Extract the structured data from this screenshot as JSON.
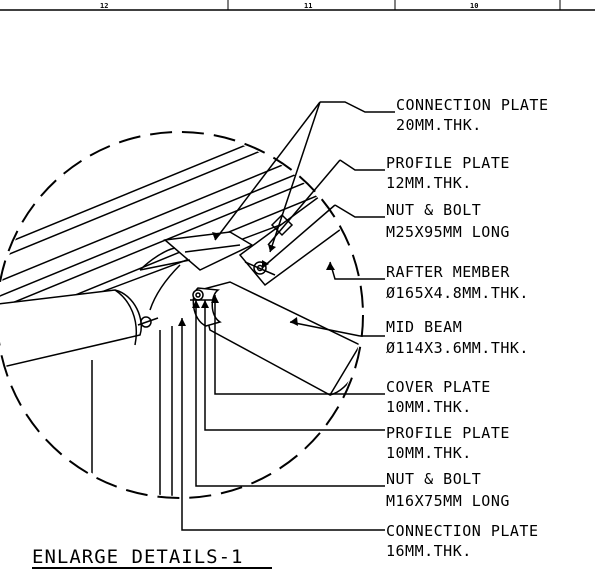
{
  "header_numbers": [
    "12",
    "11",
    "10"
  ],
  "title": "ENLARGE DETAILS-1",
  "callouts": [
    {
      "line1": "CONNECTION PLATE",
      "line2": "20MM.THK."
    },
    {
      "line1": "PROFILE PLATE",
      "line2": "12MM.THK."
    },
    {
      "line1": "NUT & BOLT",
      "line2": "M25X95MM LONG"
    },
    {
      "line1": "RAFTER MEMBER",
      "line2": "Ø165X4.8MM.THK."
    },
    {
      "line1": "MID BEAM",
      "line2": "Ø114X3.6MM.THK."
    },
    {
      "line1": "COVER PLATE",
      "line2": "10MM.THK."
    },
    {
      "line1": "PROFILE PLATE",
      "line2": "10MM.THK."
    },
    {
      "line1": "NUT & BOLT",
      "line2": "M16X75MM LONG"
    },
    {
      "line1": "CONNECTION PLATE",
      "line2": "16MM.THK."
    }
  ]
}
